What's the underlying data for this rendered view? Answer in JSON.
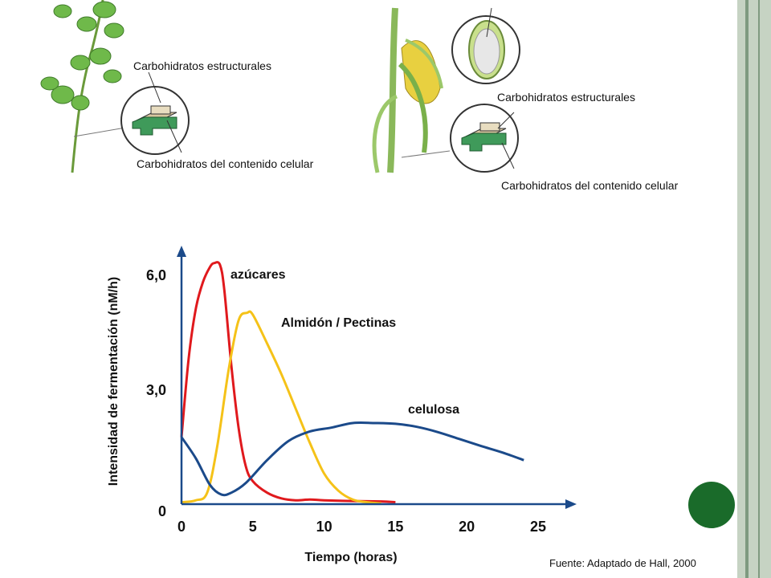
{
  "illustrations": {
    "left": {
      "label_structural": "Carbohidratos estructurales",
      "label_cell_content": "Carbohidratos del contenido celular"
    },
    "right": {
      "label_structural": "Carbohidratos estructurales",
      "label_cell_content": "Carbohidratos del contenido celular"
    }
  },
  "source_note": "Fuente: Adaptado de Hall, 2000",
  "colors": {
    "sugars": "#e0191d",
    "starch": "#f5c218",
    "cellulose": "#1b4a8a",
    "decor_green": "#1a6b2a",
    "side_bar": "#b9c9b7"
  },
  "chart_data": {
    "type": "line",
    "title": "",
    "xlabel": "Tiempo (horas)",
    "ylabel": "Intensidad de fermentación (nM/h)",
    "xlim": [
      0,
      25
    ],
    "ylim": [
      0,
      6.0
    ],
    "x_ticks": [
      "0",
      "5",
      "10",
      "15",
      "20",
      "25"
    ],
    "y_ticks": [
      "0",
      "3,0",
      "6,0"
    ],
    "series": [
      {
        "name": "azúcares",
        "color": "#e0191d",
        "points": [
          [
            0,
            1.75
          ],
          [
            0.5,
            3.8
          ],
          [
            1,
            5.1
          ],
          [
            1.5,
            5.8
          ],
          [
            2,
            6.2
          ],
          [
            2.3,
            6.3
          ],
          [
            2.7,
            6.25
          ],
          [
            3,
            5.6
          ],
          [
            3.5,
            3.6
          ],
          [
            4,
            2.0
          ],
          [
            4.5,
            1.0
          ],
          [
            5,
            0.6
          ],
          [
            6,
            0.3
          ],
          [
            7,
            0.15
          ],
          [
            8,
            0.1
          ],
          [
            9,
            0.12
          ],
          [
            10,
            0.1
          ],
          [
            12,
            0.08
          ],
          [
            14,
            0.07
          ],
          [
            15,
            0.05
          ]
        ]
      },
      {
        "name": "Almidón / Pectinas",
        "color": "#f5c218",
        "points": [
          [
            0,
            0.05
          ],
          [
            1,
            0.1
          ],
          [
            1.8,
            0.3
          ],
          [
            2.5,
            1.5
          ],
          [
            3.3,
            3.5
          ],
          [
            4,
            4.8
          ],
          [
            4.6,
            5.0
          ],
          [
            5,
            4.95
          ],
          [
            6,
            4.2
          ],
          [
            7,
            3.4
          ],
          [
            8,
            2.5
          ],
          [
            9,
            1.6
          ],
          [
            10,
            0.8
          ],
          [
            11,
            0.35
          ],
          [
            12,
            0.12
          ],
          [
            13,
            0.05
          ],
          [
            14,
            0.02
          ]
        ]
      },
      {
        "name": "celulosa",
        "color": "#1b4a8a",
        "points": [
          [
            0,
            1.75
          ],
          [
            1,
            1.2
          ],
          [
            2,
            0.5
          ],
          [
            2.8,
            0.25
          ],
          [
            3.5,
            0.3
          ],
          [
            4.5,
            0.55
          ],
          [
            6,
            1.15
          ],
          [
            7.5,
            1.65
          ],
          [
            9,
            1.9
          ],
          [
            10.5,
            2.0
          ],
          [
            12,
            2.12
          ],
          [
            13.5,
            2.12
          ],
          [
            15,
            2.1
          ],
          [
            16.5,
            2.02
          ],
          [
            18,
            1.88
          ],
          [
            19.5,
            1.7
          ],
          [
            21,
            1.52
          ],
          [
            22.5,
            1.35
          ],
          [
            24,
            1.15
          ]
        ]
      }
    ]
  }
}
